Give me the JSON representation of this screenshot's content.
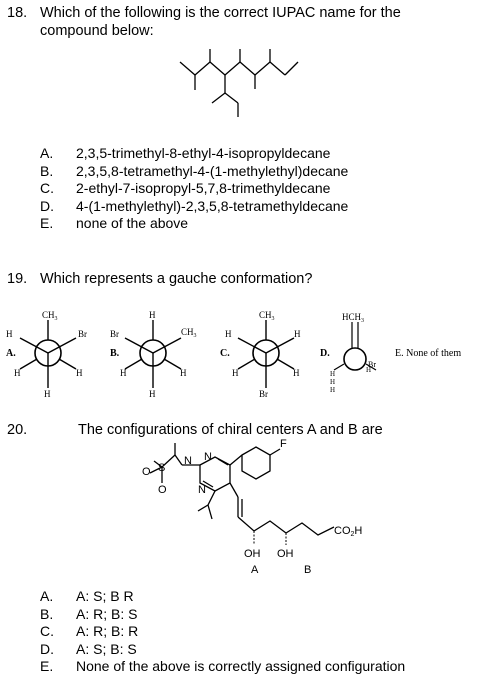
{
  "q18": {
    "number": "18.",
    "text_line1": "Which of the following is the correct IUPAC name for the",
    "text_line2": "compound below:",
    "options": [
      {
        "letter": "A.",
        "text": "2,3,5-trimethyl-8-ethyl-4-isopropyldecane"
      },
      {
        "letter": "B.",
        "text": "2,3,5,8-tetramethyl-4-(1-methylethyl)decane"
      },
      {
        "letter": "C.",
        "text": "2-ethyl-7-isopropyl-5,7,8-trimethyldecane"
      },
      {
        "letter": "D.",
        "text": "4-(1-methylethyl)-2,3,5,8-tetramethyldecane"
      },
      {
        "letter": "E.",
        "text": "none of the above"
      }
    ]
  },
  "q19": {
    "number": "19.",
    "text": "Which represents a gauche conformation?",
    "labels": {
      "a": "A.",
      "b": "B.",
      "c": "C.",
      "d": "D.",
      "e": "E. None of them"
    },
    "atoms": {
      "h": "H",
      "ch3": "CH",
      "sub3": "3",
      "br": "Br",
      "hch3": "HCH"
    }
  },
  "q20": {
    "number": "20.",
    "text": "The configurations of chiral centers A and B are",
    "atoms": {
      "f": "F",
      "n": "N",
      "s": "S",
      "o": "O",
      "co2h": "CO",
      "sub2": "2",
      "h": "H",
      "oh": "OH",
      "a": "A",
      "b": "B"
    },
    "options": [
      {
        "letter": "A.",
        "text": "A: S; B R"
      },
      {
        "letter": "B.",
        "text": "A: R; B: S"
      },
      {
        "letter": "C.",
        "text": "A: R; B: R"
      },
      {
        "letter": "D.",
        "text": "A: S; B: S"
      },
      {
        "letter": "E.",
        "text": "None of the above is correctly assigned configuration"
      }
    ]
  }
}
